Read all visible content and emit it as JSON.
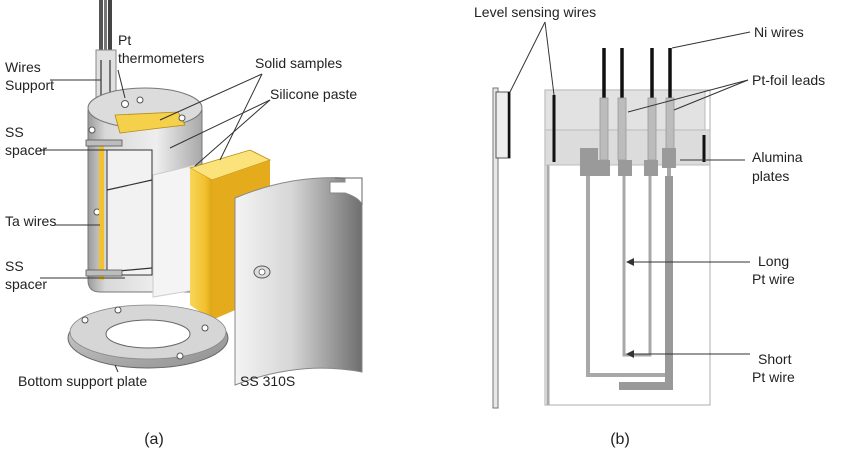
{
  "panel_a": {
    "caption": "(a)",
    "labels": {
      "wires_support_1": "Wires",
      "wires_support_2": "Support",
      "pt_thermo_1": "Pt",
      "pt_thermo_2": "thermometers",
      "solid_samples": "Solid samples",
      "silicone_paste": "Silicone paste",
      "ss_spacer_top_1": "SS",
      "ss_spacer_top_2": "spacer",
      "ta_wires": "Ta wires",
      "ss_spacer_bottom_1": "SS",
      "ss_spacer_bottom_2": "spacer",
      "bottom_support_plate": "Bottom support plate",
      "ss_310s": "SS 310S"
    }
  },
  "panel_b": {
    "caption": "(b)",
    "labels": {
      "level_sensing_wires": "Level sensing wires",
      "ni_wires": "Ni wires",
      "pt_foil_leads": "Pt-foil leads",
      "alumina_1": "Alumina",
      "alumina_2": "plates",
      "long_pt_1": "Long",
      "long_pt_2": "Pt wire",
      "short_pt_1": "Short",
      "short_pt_2": "Pt wire"
    }
  },
  "colors": {
    "sample_yellow": "#f2c12e",
    "metal_gray": "#b8b8b8",
    "alumina_gray": "#d9d9d9"
  }
}
